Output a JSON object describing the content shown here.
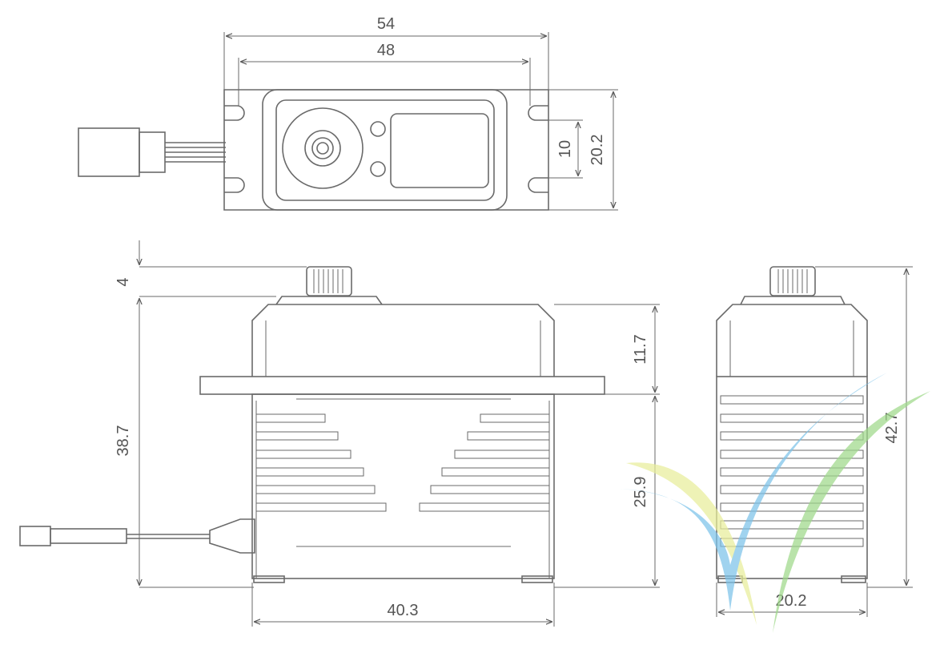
{
  "dimensions": {
    "top_overall_width": "54",
    "top_hole_spacing": "48",
    "top_hole_slot": "10",
    "top_depth": "20.2",
    "front_spline_height": "4",
    "front_upper_case": "11.7",
    "front_body_height": "38.7",
    "front_lower_case": "25.9",
    "front_case_width": "40.3",
    "side_total_height": "42.7",
    "side_depth": "20.2"
  },
  "colors": {
    "line": "#6a6a6a",
    "logo_yellow": "#e8ee9a",
    "logo_green": "#9fd98a",
    "logo_blue": "#7cc3ea"
  },
  "icons": [
    "servo-top-view",
    "servo-front-view",
    "servo-side-view",
    "brand-wing-logo"
  ]
}
